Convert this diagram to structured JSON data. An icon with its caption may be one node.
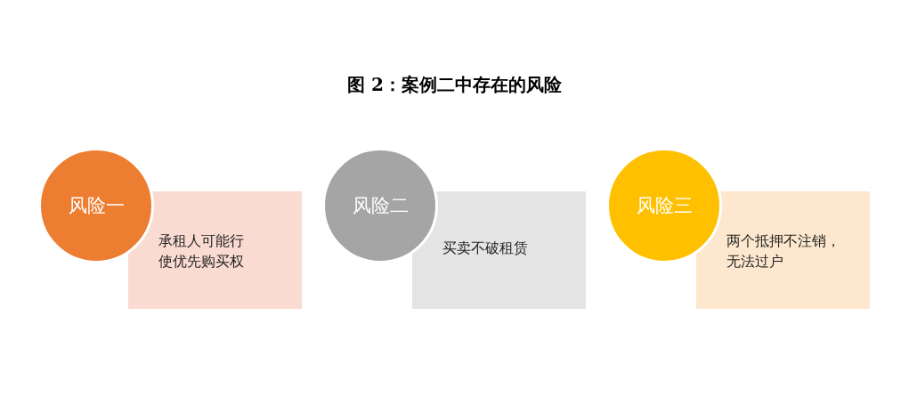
{
  "diagram": {
    "title": "图 2：案例二中存在的风险",
    "nodes": [
      {
        "text": [
          "风险一"
        ]
      },
      {
        "text": [
          "承租人可能行使优先购买权"
        ]
      },
      {
        "text": [
          "风险二"
        ]
      },
      {
        "text": [
          "买卖不破租赁"
        ]
      },
      {
        "text": [
          "风险三"
        ]
      },
      {
        "text": [
          "两个抵押不注销，无法过户"
        ]
      }
    ],
    "edges": []
  }
}
